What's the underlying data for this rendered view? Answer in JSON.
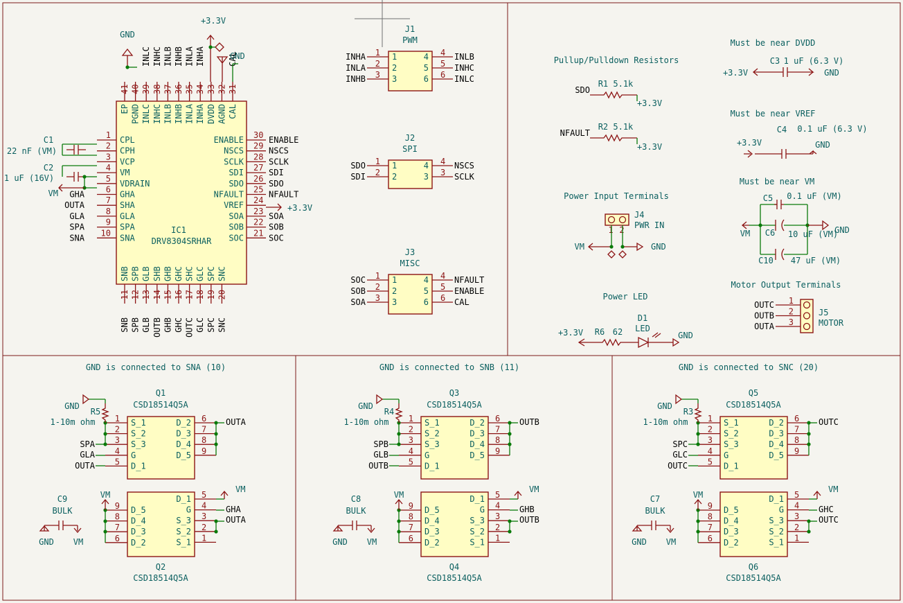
{
  "ic1": {
    "ref": "IC1",
    "value": "DRV8304SRHAR",
    "left": [
      {
        "num": "1",
        "name": "CPL"
      },
      {
        "num": "2",
        "name": "CPH"
      },
      {
        "num": "3",
        "name": "VCP"
      },
      {
        "num": "4",
        "name": "VM"
      },
      {
        "num": "5",
        "name": "VDRAIN"
      },
      {
        "num": "6",
        "name": "GHA",
        "net": "GHA"
      },
      {
        "num": "7",
        "name": "SHA",
        "net": "OUTA"
      },
      {
        "num": "8",
        "name": "GLA",
        "net": "GLA"
      },
      {
        "num": "9",
        "name": "SPA",
        "net": "SPA"
      },
      {
        "num": "10",
        "name": "SNA",
        "net": "SNA"
      }
    ],
    "right": [
      {
        "num": "30",
        "name": "ENABLE",
        "net": "ENABLE"
      },
      {
        "num": "29",
        "name": "NSCS",
        "net": "NSCS"
      },
      {
        "num": "28",
        "name": "SCLK",
        "net": "SCLK"
      },
      {
        "num": "27",
        "name": "SDI",
        "net": "SDI"
      },
      {
        "num": "26",
        "name": "SDO",
        "net": "SDO"
      },
      {
        "num": "25",
        "name": "NFAULT",
        "net": "NFAULT"
      },
      {
        "num": "24",
        "name": "VREF",
        "net": ""
      },
      {
        "num": "23",
        "name": "SOA",
        "net": "SOA"
      },
      {
        "num": "22",
        "name": "SOB",
        "net": "SOB"
      },
      {
        "num": "21",
        "name": "SOC",
        "net": "SOC"
      }
    ],
    "top": [
      {
        "num": "41",
        "name": "EP",
        "net": ""
      },
      {
        "num": "40",
        "name": "PGND",
        "net": ""
      },
      {
        "num": "39",
        "name": "INLC",
        "net": "INLC"
      },
      {
        "num": "38",
        "name": "INHC",
        "net": "INHC"
      },
      {
        "num": "37",
        "name": "INLB",
        "net": "INLB"
      },
      {
        "num": "36",
        "name": "INHB",
        "net": "INHB"
      },
      {
        "num": "35",
        "name": "INLA",
        "net": "INLA"
      },
      {
        "num": "34",
        "name": "INHA",
        "net": "INHA"
      },
      {
        "num": "33",
        "name": "DVDD",
        "net": ""
      },
      {
        "num": "32",
        "name": "AGND",
        "net": ""
      },
      {
        "num": "31",
        "name": "CAL",
        "net": "CAL"
      }
    ],
    "bottom": [
      {
        "num": "11",
        "name": "SNB",
        "net": "SNB"
      },
      {
        "num": "12",
        "name": "SPB",
        "net": "SPB"
      },
      {
        "num": "13",
        "name": "GLB",
        "net": "GLB"
      },
      {
        "num": "14",
        "name": "SHB",
        "net": "OUTB"
      },
      {
        "num": "15",
        "name": "GHB",
        "net": "GHB"
      },
      {
        "num": "16",
        "name": "GHC",
        "net": "GHC"
      },
      {
        "num": "17",
        "name": "SHC",
        "net": "OUTC"
      },
      {
        "num": "18",
        "name": "GLC",
        "net": "GLC"
      },
      {
        "num": "19",
        "name": "SPC",
        "net": "SPC"
      },
      {
        "num": "20",
        "name": "SNC",
        "net": "SNC"
      }
    ]
  },
  "top_left_labels": {
    "gnd": "GND",
    "v33": "+3.3V",
    "gnd2": "GND",
    "vref": "+3.3V",
    "vm": "VM"
  },
  "c1": {
    "ref": "C1",
    "value": "22 nF (VM)"
  },
  "c2": {
    "ref": "C2",
    "value": "1 uF (16V)"
  },
  "connectors": [
    {
      "ref": "J1",
      "value": "PWM",
      "left": [
        [
          "INHA",
          "1",
          "1"
        ],
        [
          "INLA",
          "2",
          "2"
        ],
        [
          "INHB",
          "3",
          "3"
        ]
      ],
      "right": [
        [
          "4",
          "4",
          "INLB"
        ],
        [
          "5",
          "5",
          "INHC"
        ],
        [
          "6",
          "6",
          "INLC"
        ]
      ]
    },
    {
      "ref": "J2",
      "value": "SPI",
      "left": [
        [
          "SDO",
          "1",
          "1"
        ],
        [
          "SDI",
          "2",
          "2"
        ]
      ],
      "right": [
        [
          "4",
          "4",
          "NSCS"
        ],
        [
          "3",
          "3",
          "SCLK"
        ]
      ]
    },
    {
      "ref": "J3",
      "value": "MISC",
      "left": [
        [
          "SOC",
          "1",
          "1"
        ],
        [
          "SOB",
          "2",
          "2"
        ],
        [
          "SOA",
          "3",
          "3"
        ]
      ],
      "right": [
        [
          "4",
          "4",
          "NFAULT"
        ],
        [
          "5",
          "5",
          "ENABLE"
        ],
        [
          "6",
          "6",
          "CAL"
        ]
      ]
    }
  ],
  "right_panel": {
    "pull_title": "Pullup/Pulldown Resistors",
    "r1": {
      "ref": "R1",
      "value": "5.1k",
      "net": "SDO",
      "rail": "+3.3V"
    },
    "r2": {
      "ref": "R2",
      "value": "5.1k",
      "net": "NFAULT",
      "rail": "+3.3V"
    },
    "power_title": "Power Input Terminals",
    "j4": {
      "ref": "J4",
      "value": "PWR IN",
      "p1": "1",
      "p2": "2",
      "vm": "VM",
      "gnd": "GND"
    },
    "led_title": "Power LED",
    "r6": {
      "ref": "R6",
      "value": "62",
      "rail": "+3.3V"
    },
    "d1": {
      "ref": "D1",
      "value": "LED",
      "gnd": "GND"
    },
    "dvdd_title": "Must be near DVDD",
    "c3": {
      "ref": "C3",
      "value": "1 uF (6.3 V)",
      "rail": "+3.3V",
      "gnd": "GND"
    },
    "vref_title": "Must be near VREF",
    "c4": {
      "ref": "C4",
      "value": "0.1 uF (6.3 V)",
      "rail": "+3.3V",
      "gnd": "GND"
    },
    "vm_title": "Must be near VM",
    "c5": {
      "ref": "C5",
      "value": "0.1 uF (VM)"
    },
    "c6": {
      "ref": "C6",
      "value": "10 uF (VM)"
    },
    "c10": {
      "ref": "C10",
      "value": "47 uF (VM)"
    },
    "vm_net": "VM",
    "vm_gnd": "GND",
    "motor_title": "Motor Output Terminals",
    "j5": {
      "ref": "J5",
      "value": "MOTOR",
      "pins": [
        [
          "OUTC",
          "1"
        ],
        [
          "OUTB",
          "2"
        ],
        [
          "OUTA",
          "3"
        ]
      ]
    }
  },
  "phases": [
    {
      "title": "GND is connected to SNA (10)",
      "r": {
        "ref": "R5",
        "value": "1-10m ohm"
      },
      "gnd": "GND",
      "qa": {
        "ref": "Q1",
        "value": "CSD18514Q5A",
        "sp": "SPA",
        "gl": "GLA",
        "out": "OUTA",
        "out_r": "OUTA"
      },
      "qb": {
        "ref": "Q2",
        "value": "CSD18514Q5A",
        "gh": "GHA",
        "out": "OUTA",
        "vm": "VM"
      },
      "cap": {
        "ref": "C9",
        "value": "BULK",
        "gnd": "GND",
        "vm": "VM",
        "vm_top": "VM"
      }
    },
    {
      "title": "GND is connected to SNB (11)",
      "r": {
        "ref": "R4",
        "value": "1-10m ohm"
      },
      "gnd": "GND",
      "qa": {
        "ref": "Q3",
        "value": "CSD18514Q5A",
        "sp": "SPB",
        "gl": "GLB",
        "out": "OUTB",
        "out_r": "OUTB"
      },
      "qb": {
        "ref": "Q4",
        "value": "CSD18514Q5A",
        "gh": "GHB",
        "out": "OUTB",
        "vm": "VM"
      },
      "cap": {
        "ref": "C8",
        "value": "BULK",
        "gnd": "GND",
        "vm": "VM",
        "vm_top": "VM"
      }
    },
    {
      "title": "GND is connected to SNC (20)",
      "r": {
        "ref": "R3",
        "value": "1-10m ohm"
      },
      "gnd": "GND",
      "qa": {
        "ref": "Q5",
        "value": "CSD18514Q5A",
        "sp": "SPC",
        "gl": "GLC",
        "out": "OUTC",
        "out_r": "OUTC"
      },
      "qb": {
        "ref": "Q6",
        "value": "CSD18514Q5A",
        "gh": "GHC",
        "out": "OUTC",
        "vm": "VM"
      },
      "cap": {
        "ref": "C7",
        "value": "BULK",
        "gnd": "GND",
        "vm": "VM",
        "vm_top": "VM"
      }
    }
  ],
  "qa_pins": {
    "left": [
      [
        "1",
        "S_1"
      ],
      [
        "2",
        "S_2"
      ],
      [
        "3",
        "S_3"
      ],
      [
        "4",
        "G"
      ],
      [
        "5",
        "D_1"
      ]
    ],
    "right": [
      [
        "6",
        "D_2"
      ],
      [
        "7",
        "D_3"
      ],
      [
        "8",
        "D_4"
      ],
      [
        "9",
        "D_5"
      ]
    ]
  },
  "qb_pins": {
    "left": [
      [
        "9",
        "D_5"
      ],
      [
        "8",
        "D_4"
      ],
      [
        "7",
        "D_3"
      ],
      [
        "6",
        "D_2"
      ]
    ],
    "right": [
      [
        "5",
        "D_1"
      ],
      [
        "4",
        "G"
      ],
      [
        "3",
        "S_3"
      ],
      [
        "2",
        "S_2"
      ],
      [
        "1",
        "S_1"
      ]
    ]
  },
  "colors": {
    "wire": "#0a7a0a",
    "symbol": "#8c1414",
    "body": "#fffdc4",
    "label": "#0a5f5f",
    "frame": "#7a1a1a",
    "background": "#f5f4ef"
  }
}
